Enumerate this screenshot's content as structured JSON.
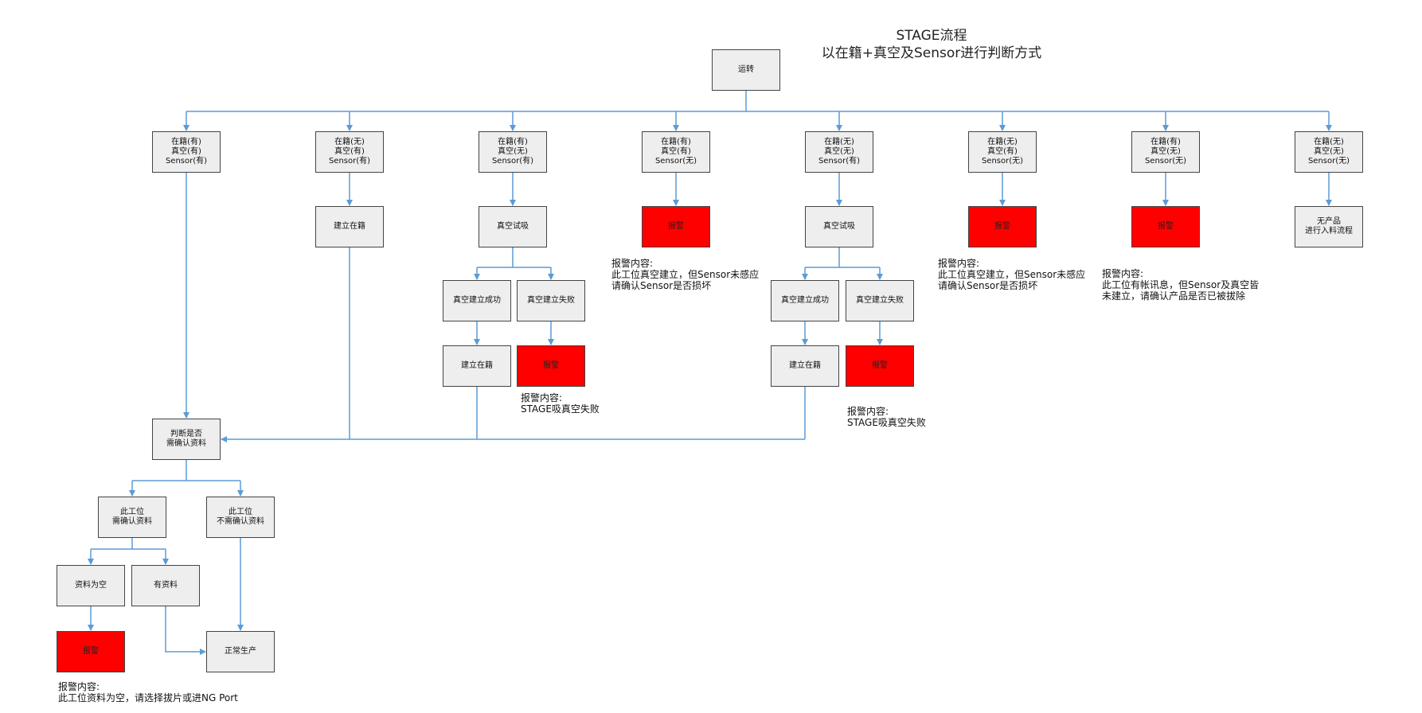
{
  "title": {
    "line1": "STAGE流程",
    "line2": "以在籍+真空及Sensor进行判断方式"
  },
  "nodes": {
    "run": [
      "运转"
    ],
    "c1": [
      "在籍(有)",
      "真空(有)",
      "Sensor(有)"
    ],
    "c2": [
      "在籍(无)",
      "真空(有)",
      "Sensor(有)"
    ],
    "c3": [
      "在籍(有)",
      "真空(无)",
      "Sensor(有)"
    ],
    "c4": [
      "在籍(有)",
      "真空(有)",
      "Sensor(无)"
    ],
    "c5": [
      "在籍(无)",
      "真空(无)",
      "Sensor(有)"
    ],
    "c6": [
      "在籍(无)",
      "真空(有)",
      "Sensor(无)"
    ],
    "c7": [
      "在籍(有)",
      "真空(无)",
      "Sensor(无)"
    ],
    "c8": [
      "在籍(无)",
      "真空(无)",
      "Sensor(无)"
    ],
    "c2_build": [
      "建立在籍"
    ],
    "c3_vac": [
      "真空试吸"
    ],
    "c3_ok": [
      "真空建立成功"
    ],
    "c3_fail": [
      "真空建立失败"
    ],
    "c3_build": [
      "建立在籍"
    ],
    "c3_alarm": [
      "报警"
    ],
    "c4_alarm": [
      "报警"
    ],
    "c5_vac": [
      "真空试吸"
    ],
    "c5_ok": [
      "真空建立成功"
    ],
    "c5_fail": [
      "真空建立失败"
    ],
    "c5_build": [
      "建立在籍"
    ],
    "c5_alarm": [
      "报警"
    ],
    "c6_alarm": [
      "报警"
    ],
    "c7_alarm": [
      "报警"
    ],
    "c8_flow": [
      "无产品",
      "进行入料流程"
    ],
    "judge": [
      "判断是否",
      "需确认资料"
    ],
    "need": [
      "此工位",
      "需确认资料"
    ],
    "noneed": [
      "此工位",
      "不需确认资料"
    ],
    "empty": [
      "资料为空"
    ],
    "hasdata": [
      "有资料"
    ],
    "empty_alarm": [
      "报警"
    ],
    "normal": [
      "正常生产"
    ]
  },
  "notes": {
    "n_c4": [
      "报警内容:",
      "此工位真空建立，但Sensor未感应",
      "请确认Sensor是否损坏"
    ],
    "n_c3": [
      "报警内容:",
      "STAGE吸真空失败"
    ],
    "n_c5": [
      "报警内容:",
      "STAGE吸真空失败"
    ],
    "n_c6": [
      "报警内容:",
      "此工位真空建立，但Sensor未感应",
      "请确认Sensor是否损坏"
    ],
    "n_c7": [
      "报警内容:",
      "此工位有帐讯息，但Sensor及真空皆",
      "未建立，请确认产品是否已被拔除"
    ],
    "n_empty": [
      "报警内容:",
      "此工位资料为空，请选择拔片或进NG Port"
    ]
  },
  "colors": {
    "connector": "#5b9bd5",
    "alarm": "#ff0000",
    "box": "#eeeeee"
  }
}
